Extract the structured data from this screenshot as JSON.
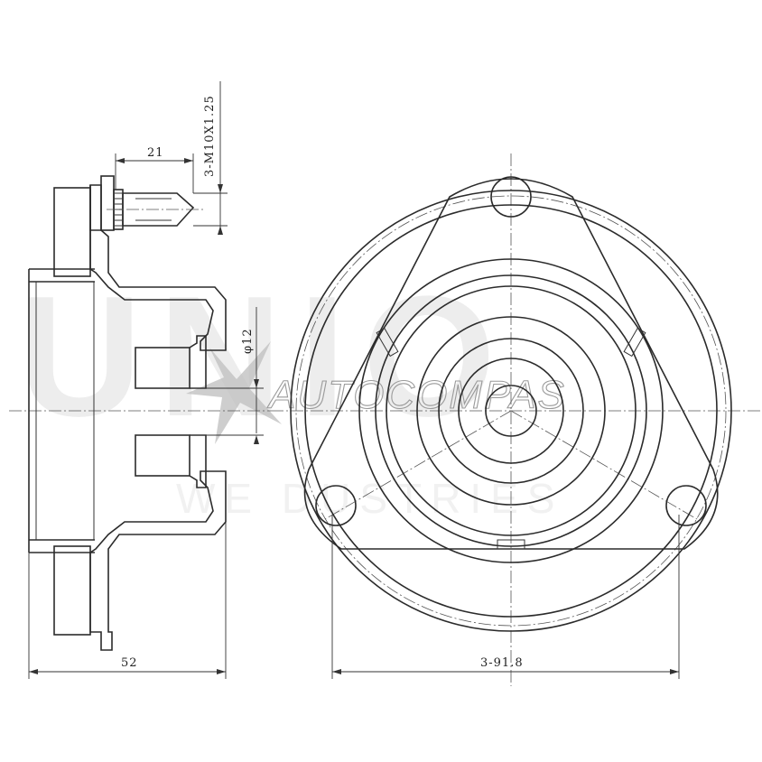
{
  "watermark": {
    "big_text": "UNIO",
    "mid_text": "AUTOCOMPAS",
    "low_text": "WE DUSTRIES"
  },
  "dimensions": {
    "stud_thread": "3-M10X1.25",
    "stud_length": "21",
    "center_bore": "φ12",
    "overall_height": "52",
    "bolt_circle": "3-91.8"
  },
  "colors": {
    "line": "#2b2b2b",
    "watermark": "#ededed"
  }
}
